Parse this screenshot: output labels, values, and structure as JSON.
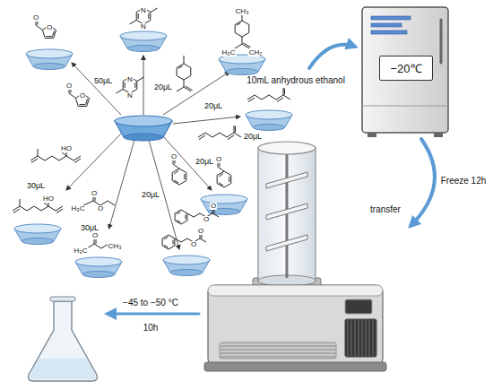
{
  "diagram": {
    "nodes": [
      {
        "text": [
          "−20℃"
        ]
      }
    ],
    "labels": [
      "50μL",
      "20μL",
      "20μL",
      "20μL",
      "20μL",
      "20μL",
      "30μL",
      "30μL",
      "10mL anhydrous ethanol",
      "Freeze 12h",
      "transfer",
      "−45 to −50 °C",
      "10h",
      "O",
      "O",
      "N",
      "N",
      "O",
      "O",
      "O",
      "H₃C",
      "O",
      "O",
      "HO",
      "O",
      "O",
      "N",
      "N",
      "CH₃",
      "H₃C",
      "CH₂",
      "O",
      "O",
      "O",
      "H₃C",
      "O",
      "CH₃",
      "HO"
    ]
  }
}
